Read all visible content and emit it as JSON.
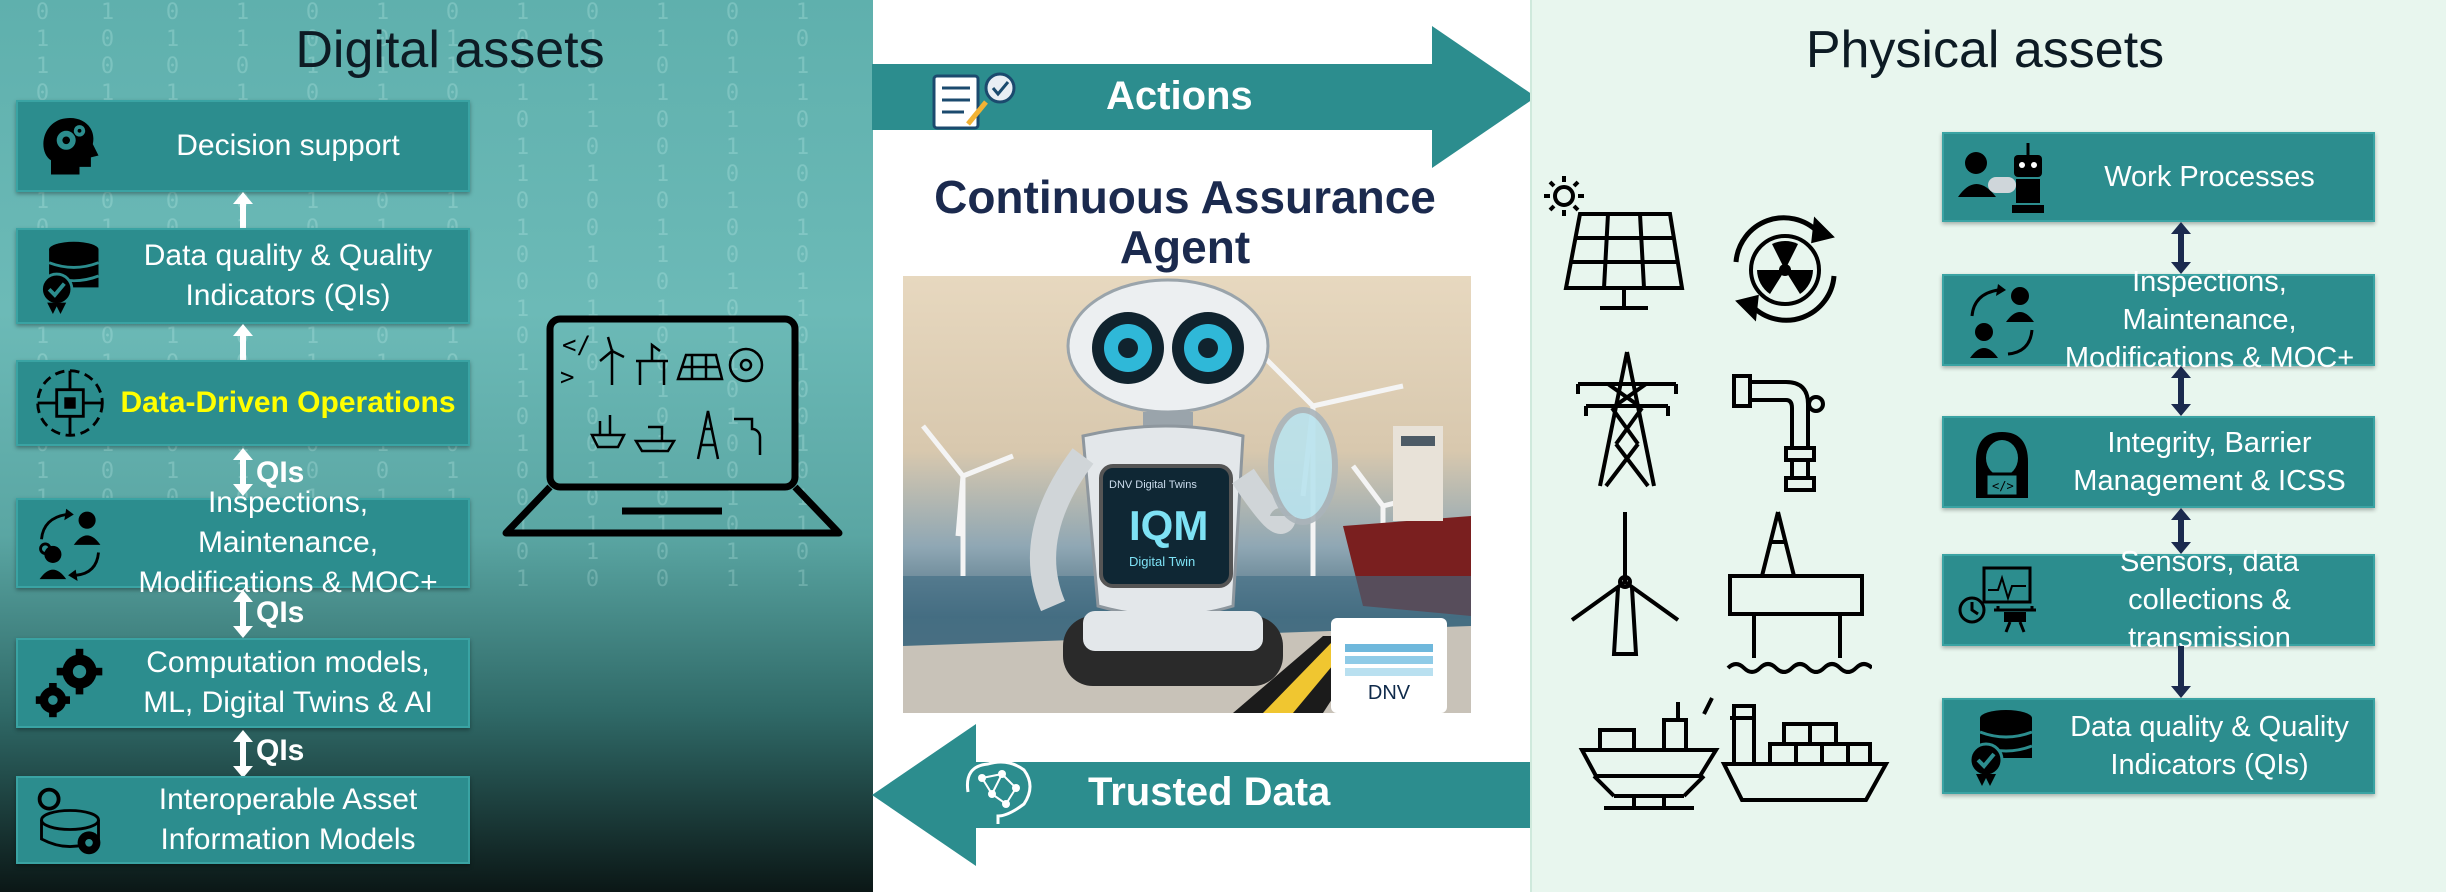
{
  "digital": {
    "title": "Digital assets",
    "boxes": [
      {
        "label": "Decision support",
        "icon": "brain-gear-icon"
      },
      {
        "label": "Data quality & Quality Indicators (QIs)",
        "icon": "database-badge-icon"
      },
      {
        "label": "Data-Driven Operations",
        "icon": "chip-network-icon"
      },
      {
        "label": "Inspections, Maintenance, Modifications & MOC+",
        "icon": "people-cycle-icon"
      },
      {
        "label": "Computation models, ML, Digital Twins & AI",
        "icon": "gears-icon"
      },
      {
        "label": "Interoperable Asset Information Models",
        "icon": "model-gear-icon"
      }
    ],
    "qi_label": "QIs",
    "highlight_color": "#ffff00"
  },
  "center": {
    "actions_label": "Actions",
    "trusted_label": "Trusted Data",
    "agent_title": "Continuous Assurance Agent",
    "robot_screen_small": "DNV Digital Twins",
    "robot_screen_big": "IQM",
    "robot_screen_sub": "Digital Twin",
    "logo_text": "DNV"
  },
  "physical": {
    "title": "Physical assets",
    "boxes": [
      {
        "label": "Work Processes",
        "icon": "worker-robot-icon"
      },
      {
        "label": "Inspections, Maintenance, Modifications & MOC+",
        "icon": "people-cycle-icon"
      },
      {
        "label": "Integrity, Barrier Management & ICSS",
        "icon": "hacker-icon"
      },
      {
        "label": "Sensors, data collections & transmission",
        "icon": "sensor-drone-icon"
      },
      {
        "label": "Data quality & Quality Indicators (QIs)",
        "icon": "database-badge-icon"
      }
    ],
    "asset_icons": [
      "solar-panel-icon",
      "nuclear-icon",
      "power-pylon-icon",
      "pipe-icon",
      "wind-turbine-icon",
      "offshore-platform-icon",
      "fpso-ship-icon",
      "container-ship-icon"
    ]
  },
  "colors": {
    "box": "#2c8d8e",
    "arrow": "#2c8d8e",
    "title_dark": "#1b2a4e"
  }
}
